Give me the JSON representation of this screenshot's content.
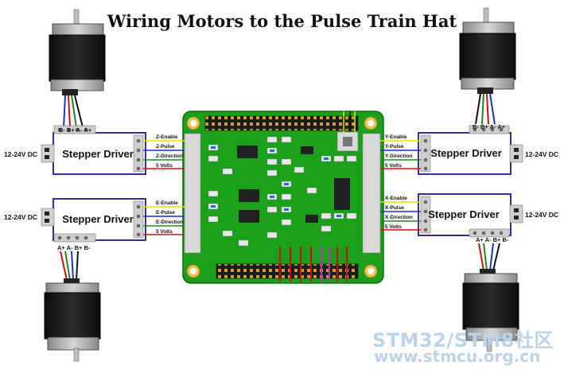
{
  "title": "Wiring Motors to the Pulse Train Hat",
  "watermark": {
    "line1": "STM32/STM8社区",
    "line2": "www.stmcu.org.cn"
  },
  "drivers": [
    {
      "label": "Stepper Driver",
      "power": "12-24V DC",
      "coil_pins": "B- B+ A- A+",
      "signals": [
        "Z-Enable",
        "Z-Pulse",
        "Z-Direction",
        "5 Volts"
      ]
    },
    {
      "label": "Stepper Driver",
      "power": "12-24V DC",
      "coil_pins": "A+ A-  B+ B-",
      "signals": [
        "E-Enable",
        "E-Pulse",
        "E-Direction",
        "5 Volts"
      ]
    },
    {
      "label": "Stepper Driver",
      "power": "12-24V DC",
      "coil_pins": "B- B+ A- A+",
      "signals": [
        "Y-Enable",
        "Y-Pulse",
        "Y-Direction",
        "5 Volts"
      ]
    },
    {
      "label": "Stepper Driver",
      "power": "12-24V DC",
      "coil_pins": "A+ A-  B+ B-",
      "signals": [
        "X-Enable",
        "X-Pulse",
        "X-Direction",
        "5 Volts"
      ]
    }
  ],
  "colors": {
    "enable": "#e8e000",
    "pulse": "#1a2fd0",
    "direction": "#1e8a1e",
    "volts": "#d01010",
    "pcb": "#1aa01a",
    "driver_border": "#3a2a9a",
    "watermark": "#bcd3e8"
  }
}
